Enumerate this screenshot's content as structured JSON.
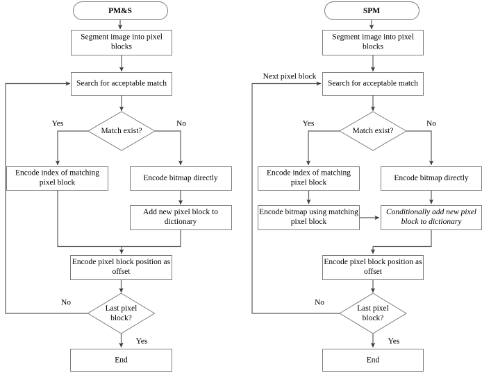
{
  "diagram": {
    "title_left": "PM&S",
    "title_right": "SPM",
    "type": "flowchart-pair"
  },
  "left_flow": {
    "start": "PM&S",
    "nodes": {
      "segment": "Segment image into pixel blocks",
      "search": "Search for acceptable match",
      "decision_match": "Match exist?",
      "encode_index": "Encode index of matching pixel block",
      "encode_bitmap": "Encode bitmap directly",
      "add_dictionary": "Add new pixel block to dictionary",
      "encode_offset": "Encode pixel block position as offset",
      "decision_last": "Last pixel block?",
      "end": "End"
    },
    "labels": {
      "yes_match": "Yes",
      "no_match": "No",
      "no_last": "No",
      "yes_last": "Yes"
    }
  },
  "right_flow": {
    "start": "SPM",
    "nodes": {
      "segment": "Segment image into pixel blocks",
      "search": "Search for acceptable match",
      "decision_match": "Match exist?",
      "encode_index": "Encode index of matching pixel block",
      "encode_bitmap": "Encode bitmap directly",
      "encode_using_match": "Encode bitmap using matching pixel block",
      "conditional_add": "Conditionally add new pixel block to dictionary",
      "encode_offset": "Encode pixel block position as offset",
      "decision_last": "Last pixel block?",
      "end": "End"
    },
    "labels": {
      "next_pixel_block": "Next pixel block",
      "yes_match": "Yes",
      "no_match": "No",
      "no_last": "No",
      "yes_last": "Yes"
    }
  },
  "text_lines": {
    "segment_l1": "Segment image into pixel",
    "segment_l2": "blocks",
    "encode_index_l1": "Encode index of matching",
    "encode_index_l2": "pixel block",
    "add_dictionary_l1": "Add new pixel block to",
    "add_dictionary_l2": "dictionary",
    "encode_offset_l1": "Encode pixel block position as",
    "encode_offset_l2": "offset",
    "decision_last_l1": "Last pixel",
    "decision_last_l2": "block?",
    "encode_using_match_l1": "Encode bitmap using matching",
    "encode_using_match_l2": "pixel block",
    "conditional_add_l1": "Conditionally add new pixel",
    "conditional_add_l2": "block to dictionary"
  },
  "colors": {
    "stroke": "#7b7b7b",
    "connector": "#5a5a5a",
    "fill": "#ffffff",
    "text": "#000000"
  }
}
